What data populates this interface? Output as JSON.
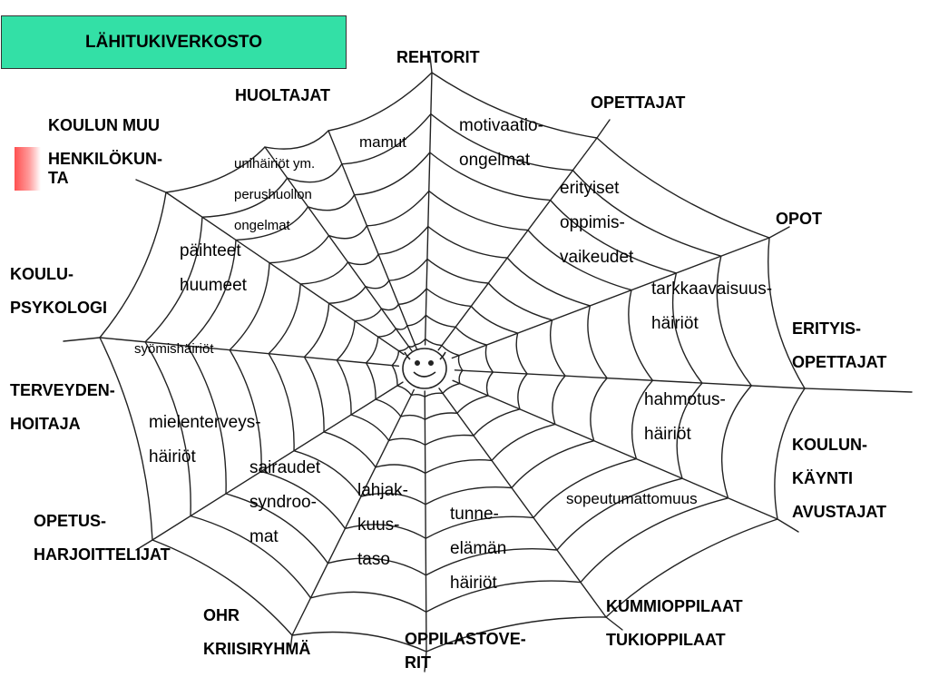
{
  "title": "LÄHITUKIVERKOSTO",
  "colors": {
    "title_box": "#33e0a6",
    "accent_bar": "#ff6b6b",
    "web_stroke": "#222222"
  },
  "network": {
    "rehtorit": "REHTORIT",
    "huoltajat": "HUOLTAJAT",
    "opettajat": "OPETTAJAT",
    "koulun_muu_1": "KOULUN MUU",
    "koulun_muu_2": "HENKILÖKUN-",
    "koulun_muu_3": "TA",
    "opot": "OPOT",
    "koulupsykologi_1": "KOULU-",
    "koulupsykologi_2": "PSYKOLOGI",
    "erityisopettajat_1": "ERITYIS-",
    "erityisopettajat_2": "OPETTAJAT",
    "terveydenhoitaja_1": "TERVEYDEN-",
    "terveydenhoitaja_2": "HOITAJA",
    "koulunkaynti_1": "KOULUN-",
    "koulunkaynti_2": "KÄYNTI",
    "koulunkaynti_3": "AVUSTAJAT",
    "opetusharj_1": "OPETUS-",
    "opetusharj_2": "HARJOITTELIJAT",
    "kummioppilaat_1": "KUMMIOPPILAAT",
    "kummioppilaat_2": "TUKIOPPILAAT",
    "ohr_1": "OHR",
    "ohr_2": "KRIISIRYHMÄ",
    "oppilastoverit_1": "OPPILASTOVE-",
    "oppilastoverit_2": "RIT"
  },
  "issues": {
    "mamut": "mamut",
    "motivaatio_1": "motivaatio-",
    "motivaatio_2": "ongelmat",
    "unihairiot_1": "unihäiriöt ym.",
    "unihairiot_2": "perushuollon",
    "unihairiot_3": "ongelmat",
    "erityiset_1": "erityiset",
    "erityiset_2": "oppimis-",
    "erityiset_3": "vaikeudet",
    "paihteet_1": "päihteet",
    "paihteet_2": "huumeet",
    "tarkkaavaisuus_1": "tarkkaavaisuus-",
    "tarkkaavaisuus_2": "häiriöt",
    "syomishairiot": "syömishäiriöt",
    "hahmotus_1": "hahmotus-",
    "hahmotus_2": "häiriöt",
    "mielenterveys_1": "mielenterveys-",
    "mielenterveys_2": "häiriöt",
    "sairaudet_1": "sairaudet",
    "sairaudet_2": "syndroo-",
    "sairaudet_3": "mat",
    "lahjakkuus_1": "lahjak-",
    "lahjakkuus_2": "kuus-",
    "lahjakkuus_3": "taso",
    "sopeutumattomuus": "sopeutumattomuus",
    "tunne_1": "tunne-",
    "tunne_2": "elämän",
    "tunne_3": "häiriöt"
  }
}
